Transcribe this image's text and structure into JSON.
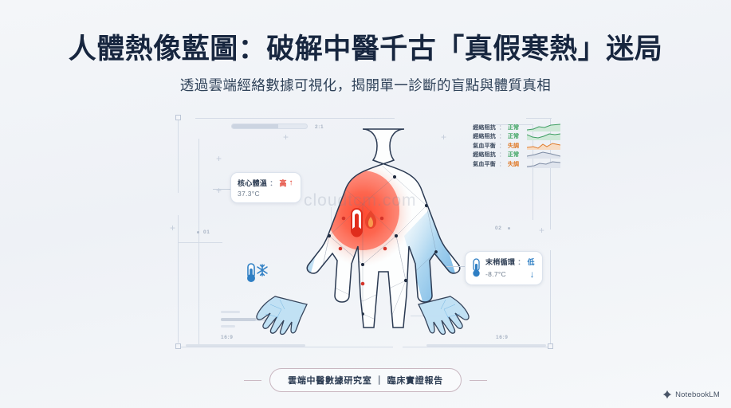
{
  "header": {
    "title": "人體熱像藍圖：破解中醫千古「真假寒熱」迷局",
    "subtitle": "透過雲端經絡數據可視化，揭開單一診斷的盲點與體質真相"
  },
  "diagram": {
    "watermark": "cloudtcm.com",
    "markers": {
      "ratio_top": "2:1",
      "index_left": "01",
      "index_right": "02",
      "ratio_bottom_left": "16:9",
      "ratio_bottom_right": "16:9"
    },
    "icons": {
      "hot": "thermometer-flame-icon",
      "cold": "thermometer-snowflake-icon"
    }
  },
  "callouts": [
    {
      "id": "core-temperature",
      "label": "核心體溫",
      "separator": "：",
      "status": "高",
      "arrow": "↑",
      "value": "37.3°C",
      "color": "#e23d2e"
    },
    {
      "id": "peripheral-circulation",
      "label": "末梢循環",
      "separator": "：",
      "status": "低",
      "arrow": "↓",
      "value": "-8.7°C",
      "color": "#2f7fc4"
    }
  ],
  "legend": {
    "rows": [
      {
        "name": "經絡阻抗",
        "separator": "：",
        "status": "正常",
        "state": "ok",
        "spark": "green"
      },
      {
        "name": "經絡阻抗",
        "separator": "：",
        "status": "正常",
        "state": "ok",
        "spark": "green"
      },
      {
        "name": "氣血平衡",
        "separator": "：",
        "status": "失調",
        "state": "bad",
        "spark": "orange"
      },
      {
        "name": "經絡阻抗",
        "separator": "：",
        "status": "正常",
        "state": "ok",
        "spark": "slate"
      },
      {
        "name": "氣血平衡",
        "separator": "：",
        "status": "失調",
        "state": "bad",
        "spark": "slate"
      }
    ],
    "colors": {
      "ok": "#35a05a",
      "bad": "#e07b2a"
    }
  },
  "footer": {
    "badge": "雲端中醫數據研究室 ｜ 臨床實證報告",
    "brand": "NotebookLM"
  }
}
